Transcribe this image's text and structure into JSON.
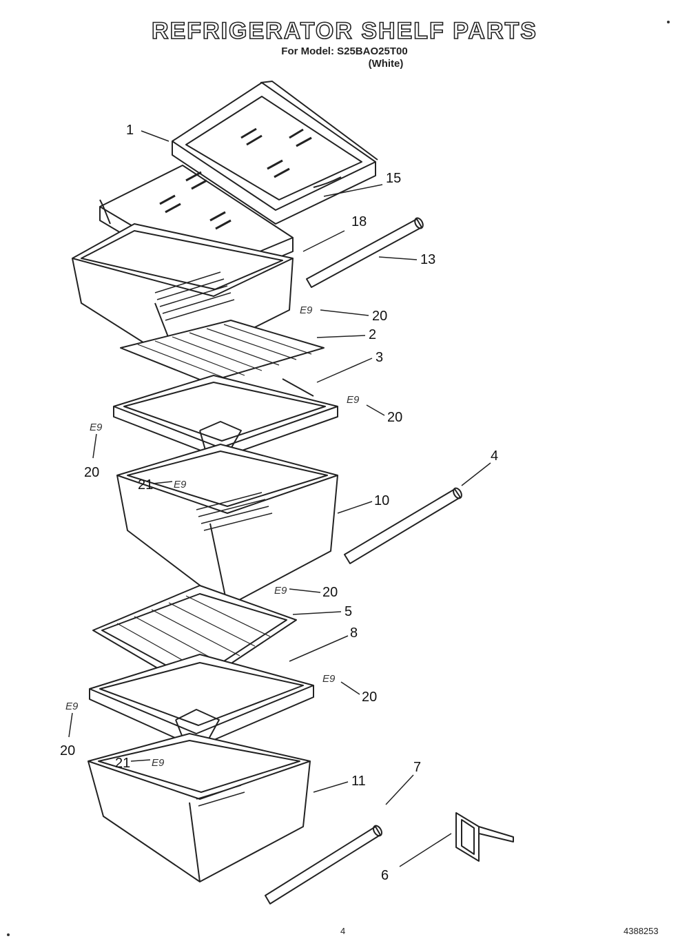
{
  "header": {
    "title": "REFRIGERATOR SHELF PARTS",
    "model_line": "For Model: S25BAO25T00",
    "color": "(White)"
  },
  "callouts": [
    {
      "id": "c1",
      "label": "1"
    },
    {
      "id": "c15",
      "label": "15"
    },
    {
      "id": "c18",
      "label": "18"
    },
    {
      "id": "c13",
      "label": "13"
    },
    {
      "id": "c20a",
      "label": "20"
    },
    {
      "id": "c2",
      "label": "2"
    },
    {
      "id": "c3",
      "label": "3"
    },
    {
      "id": "c20b",
      "label": "20"
    },
    {
      "id": "c20c",
      "label": "20"
    },
    {
      "id": "c4",
      "label": "4"
    },
    {
      "id": "c21a",
      "label": "21"
    },
    {
      "id": "c10",
      "label": "10"
    },
    {
      "id": "c20d",
      "label": "20"
    },
    {
      "id": "c5",
      "label": "5"
    },
    {
      "id": "c8",
      "label": "8"
    },
    {
      "id": "c20e",
      "label": "20"
    },
    {
      "id": "c20f",
      "label": "20"
    },
    {
      "id": "c21b",
      "label": "21"
    },
    {
      "id": "c11",
      "label": "11"
    },
    {
      "id": "c7",
      "label": "7"
    },
    {
      "id": "c6",
      "label": "6"
    }
  ],
  "clip_mark": "E9",
  "footer": {
    "page_number": "4",
    "doc_number": "4388253"
  },
  "colors": {
    "line": "#222222",
    "background": "#ffffff"
  }
}
